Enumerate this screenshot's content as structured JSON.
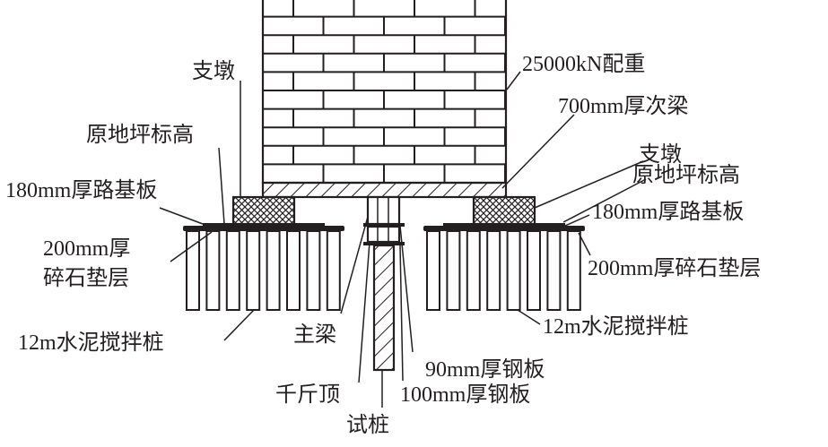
{
  "labels": {
    "counterweight": "25000kN配重",
    "secondary_beam": "700mm厚次梁",
    "pier_left": "支墩",
    "ground_level_left": "原地坪标高",
    "base_plate_left": "180mm厚路基板",
    "gravel_left": "200mm厚\n碎石垫层",
    "gravel_left_line1": "200mm厚",
    "gravel_left_line2": "碎石垫层",
    "piles_left": "12m水泥搅拌桩",
    "pier_right": "支墩",
    "ground_level_right": "原地坪标高",
    "base_plate_right": "180mm厚路基板",
    "gravel_right": "200mm厚碎石垫层",
    "piles_right": "12m水泥搅拌桩",
    "main_beam": "主梁",
    "steel_plate_90": "90mm厚钢板",
    "jack": "千斤顶",
    "steel_plate_100": "100mm厚钢板",
    "test_pile": "试桩"
  },
  "colors": {
    "ink": "#231f20",
    "background": "#ffffff"
  }
}
